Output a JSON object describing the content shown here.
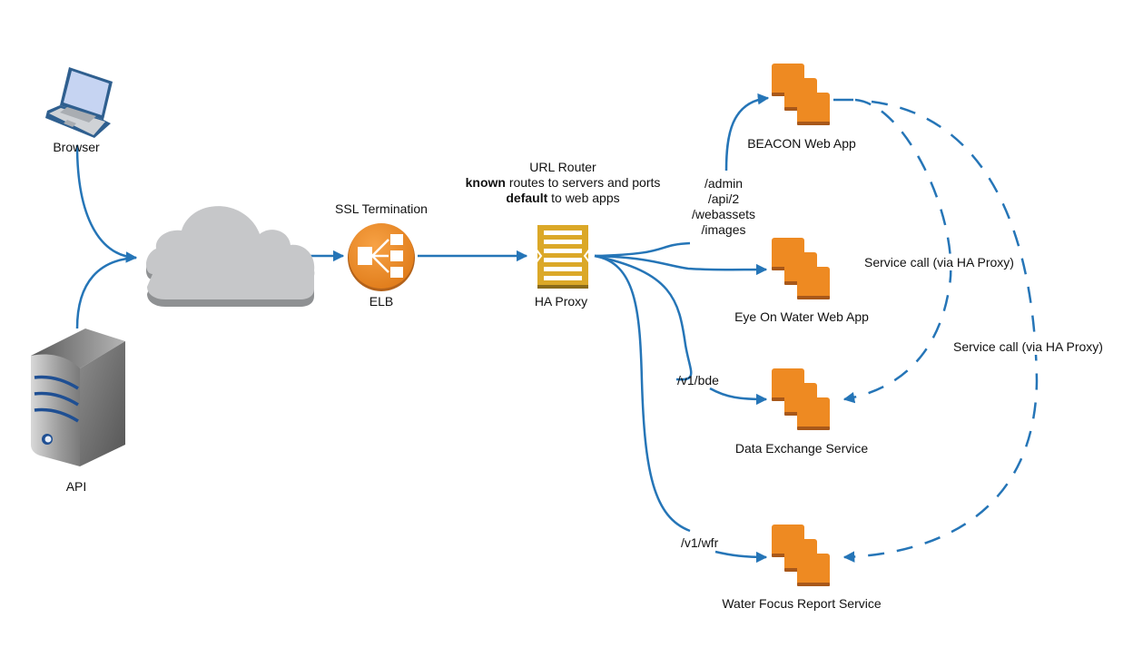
{
  "diagram": {
    "colors": {
      "edge": "#2575b7",
      "service_orange": "#ee8a22",
      "service_orange_dark": "#a8581a",
      "elb_orange": "#ee8a22",
      "haproxy_gold": "#dba828",
      "cloud_gray": "#c6c7c9",
      "cloud_shadow": "#8f9193"
    },
    "nodes": {
      "browser": {
        "label": "Browser",
        "icon": "laptop-icon"
      },
      "api": {
        "label": "API",
        "icon": "server-tower-icon"
      },
      "internet": {
        "label": "",
        "icon": "cloud-icon"
      },
      "elb": {
        "top_label": "SSL Termination",
        "label": "ELB",
        "icon": "load-balancer-icon"
      },
      "haproxy": {
        "label": "HA Proxy",
        "icon": "haproxy-icon",
        "title": "URL Router",
        "line2_bold": "known",
        "line2_rest": " routes to servers and ports",
        "line3_bold": "default",
        "line3_rest": " to web apps"
      },
      "beacon": {
        "label": "BEACON Web App",
        "icon": "ec2-instances-icon"
      },
      "eyeonwater": {
        "label": "Eye On Water Web App",
        "icon": "ec2-instances-icon"
      },
      "dataexchange": {
        "label": "Data Exchange Service",
        "icon": "ec2-instances-icon"
      },
      "waterfocus": {
        "label": "Water Focus Report Service",
        "icon": "ec2-instances-icon"
      }
    },
    "edge_labels": {
      "web_routes": [
        "/admin",
        "/api/2",
        "/webassets",
        "/images"
      ],
      "bde": "/v1/bde",
      "wfr": "/v1/wfr",
      "service_call_1": "Service call (via HA Proxy)",
      "service_call_2": "Service call (via HA Proxy)"
    },
    "edges": [
      {
        "from": "browser",
        "to": "internet",
        "style": "solid"
      },
      {
        "from": "api",
        "to": "internet",
        "style": "solid"
      },
      {
        "from": "internet",
        "to": "elb",
        "style": "solid"
      },
      {
        "from": "elb",
        "to": "haproxy",
        "style": "solid"
      },
      {
        "from": "haproxy",
        "to": "beacon",
        "style": "solid",
        "label": "web_routes"
      },
      {
        "from": "haproxy",
        "to": "eyeonwater",
        "style": "solid"
      },
      {
        "from": "haproxy",
        "to": "dataexchange",
        "style": "solid",
        "label": "bde"
      },
      {
        "from": "haproxy",
        "to": "waterfocus",
        "style": "solid",
        "label": "wfr"
      },
      {
        "from": "beacon",
        "to": "dataexchange",
        "style": "dashed",
        "label": "service_call_1"
      },
      {
        "from": "beacon",
        "to": "waterfocus",
        "style": "dashed",
        "label": "service_call_2"
      }
    ]
  }
}
